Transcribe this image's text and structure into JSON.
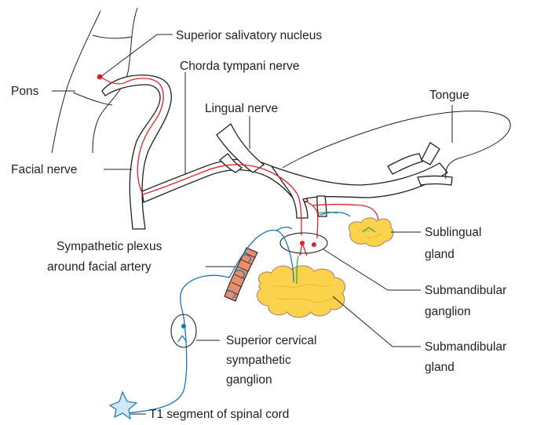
{
  "labels": {
    "superior_salivatory_nucleus": "Superior salivatory nucleus",
    "chorda_tympani_nerve": "Chorda tympani nerve",
    "pons": "Pons",
    "lingual_nerve": "Lingual nerve",
    "tongue": "Tongue",
    "facial_nerve": "Facial nerve",
    "sublingual_gland_l1": "Sublingual",
    "sublingual_gland_l2": "gland",
    "sympathetic_plexus_l1": "Sympathetic plexus",
    "sympathetic_plexus_l2": "around facial artery",
    "submandibular_ganglion_l1": "Submandibular",
    "submandibular_ganglion_l2": "ganglion",
    "submandibular_gland_l1": "Submandibular",
    "submandibular_gland_l2": "gland",
    "superior_cervical_l1": "Superior cervical",
    "superior_cervical_l2": "sympathetic",
    "superior_cervical_l3": "ganglion",
    "t1_segment": "T1 segment of spinal cord"
  },
  "colors": {
    "preganglionic_parasympathetic": "#e3202a",
    "sympathetic": "#1d77b6",
    "postganglionic_parasympathetic": "#3aa34a",
    "gland_fill": "#fbd24b",
    "artery_fill": "#e98e6c"
  }
}
